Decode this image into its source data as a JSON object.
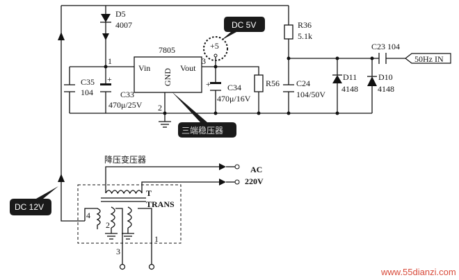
{
  "labels": {
    "d5_ref": "D5",
    "d5_part": "4007",
    "callout_5v": "DC 5V",
    "plus5": "+5",
    "r36_ref": "R36",
    "r36_val": "5.1k",
    "c23": "C23 104",
    "input_50hz": "50Hz IN",
    "reg_name": "7805",
    "pin_vin": "Vin",
    "pin_gnd": "GND",
    "pin_vout": "Vout",
    "pin1": "1",
    "pin2": "2",
    "pin3": "3",
    "c35_ref": "C35",
    "c35_val": "104",
    "c33_ref": "C33",
    "c33_val": "470μ/25V",
    "c34_ref": "C34",
    "c34_val": "470μ/16V",
    "r56": "R56",
    "c24_ref": "C24",
    "c24_val": "104/50V",
    "d11_ref": "D11",
    "d11_val": "4148",
    "d10_ref": "D10",
    "d10_val": "4148",
    "reg_callout": "三端稳压器",
    "xfmr_title": "降压变压器",
    "ac": "AC",
    "ac_v": "220V",
    "t_label": "T",
    "trans_label": "TRANS",
    "callout_12v": "DC 12V",
    "tpin4": "4",
    "tpin2": "2",
    "tpin3": "3",
    "tpin1": "1",
    "watermark": "www.55dianzi.com"
  },
  "colors": {
    "line": "#111111",
    "callout_bg": "#1a1a1a",
    "watermark": "#d84a3a"
  }
}
